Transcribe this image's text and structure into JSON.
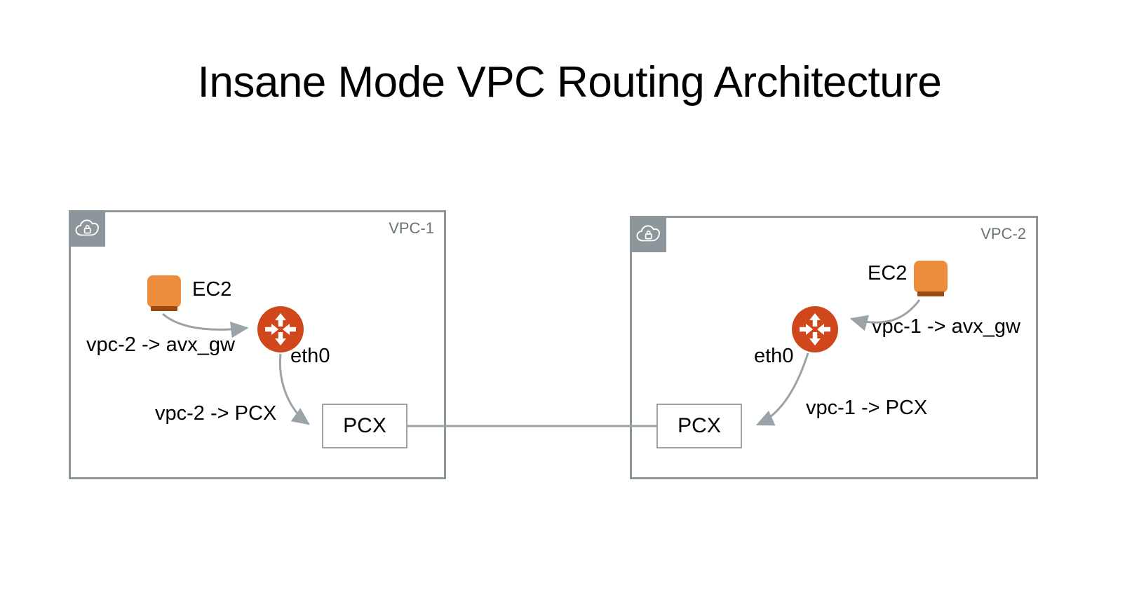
{
  "page": {
    "title": "Insane Mode VPC Routing Architecture",
    "background_color": "#ffffff"
  },
  "colors": {
    "vpc_border": "#8c969b",
    "vpc_badge": "#8c969b",
    "vpc_label_text": "#6b7479",
    "ec2_orange": "#ED8C3B",
    "ec2_base_brown": "#9c4a14",
    "router_red": "#D0471C",
    "connector_gray": "#9aa3a8",
    "text_black": "#000000"
  },
  "vpcs": [
    {
      "id": "vpc-1",
      "label": "VPC-1",
      "badge_icon": "cloud-lock-icon",
      "nodes": {
        "ec2_label": "EC2",
        "router_icon": "router-icon",
        "router_interface_label": "eth0",
        "pcx_label": "PCX"
      },
      "routes": [
        {
          "text": "vpc-2 -> avx_gw",
          "from": "EC2",
          "to": "router"
        },
        {
          "text": "vpc-2 -> PCX",
          "from": "router-eth0",
          "to": "PCX"
        }
      ]
    },
    {
      "id": "vpc-2",
      "label": "VPC-2",
      "badge_icon": "cloud-lock-icon",
      "nodes": {
        "ec2_label": "EC2",
        "router_icon": "router-icon",
        "router_interface_label": "eth0",
        "pcx_label": "PCX"
      },
      "routes": [
        {
          "text": "vpc-1 -> avx_gw",
          "from": "EC2",
          "to": "router"
        },
        {
          "text": "vpc-1 -> PCX",
          "from": "router-eth0",
          "to": "PCX"
        }
      ]
    }
  ],
  "peering_link": {
    "name": "pcx-to-pcx-link",
    "from": "vpc-1.PCX",
    "to": "vpc-2.PCX"
  }
}
